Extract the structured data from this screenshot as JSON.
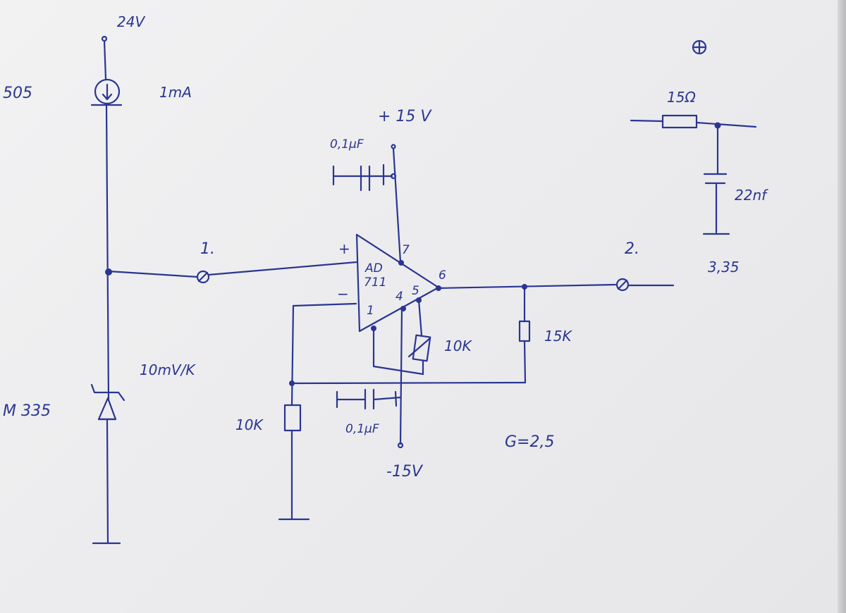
{
  "labels": {
    "supply_24v": "24V",
    "part_505": "505",
    "current_1ma": "1mA",
    "sensor_part": "M 335",
    "sensitivity": "10mV/K",
    "node_1": "1.",
    "node_2": "2.",
    "plus_15v": "+ 15 V",
    "minus_15v": "-15V",
    "cap_top": "0,1μF",
    "cap_bottom": "0,1μF",
    "opamp_name_line1": "AD",
    "opamp_name_line2": "711",
    "pin_plus": "+",
    "pin_minus": "−",
    "pin_7": "7",
    "pin_6": "6",
    "pin_4": "4",
    "pin_5": "5",
    "pin_1": "1",
    "trim_10k": "10K",
    "res_15k": "15K",
    "res_10k": "10K",
    "gain": "G=2,5",
    "filter_r": "15Ω",
    "filter_c": "22nf",
    "value_335": "3,35"
  }
}
